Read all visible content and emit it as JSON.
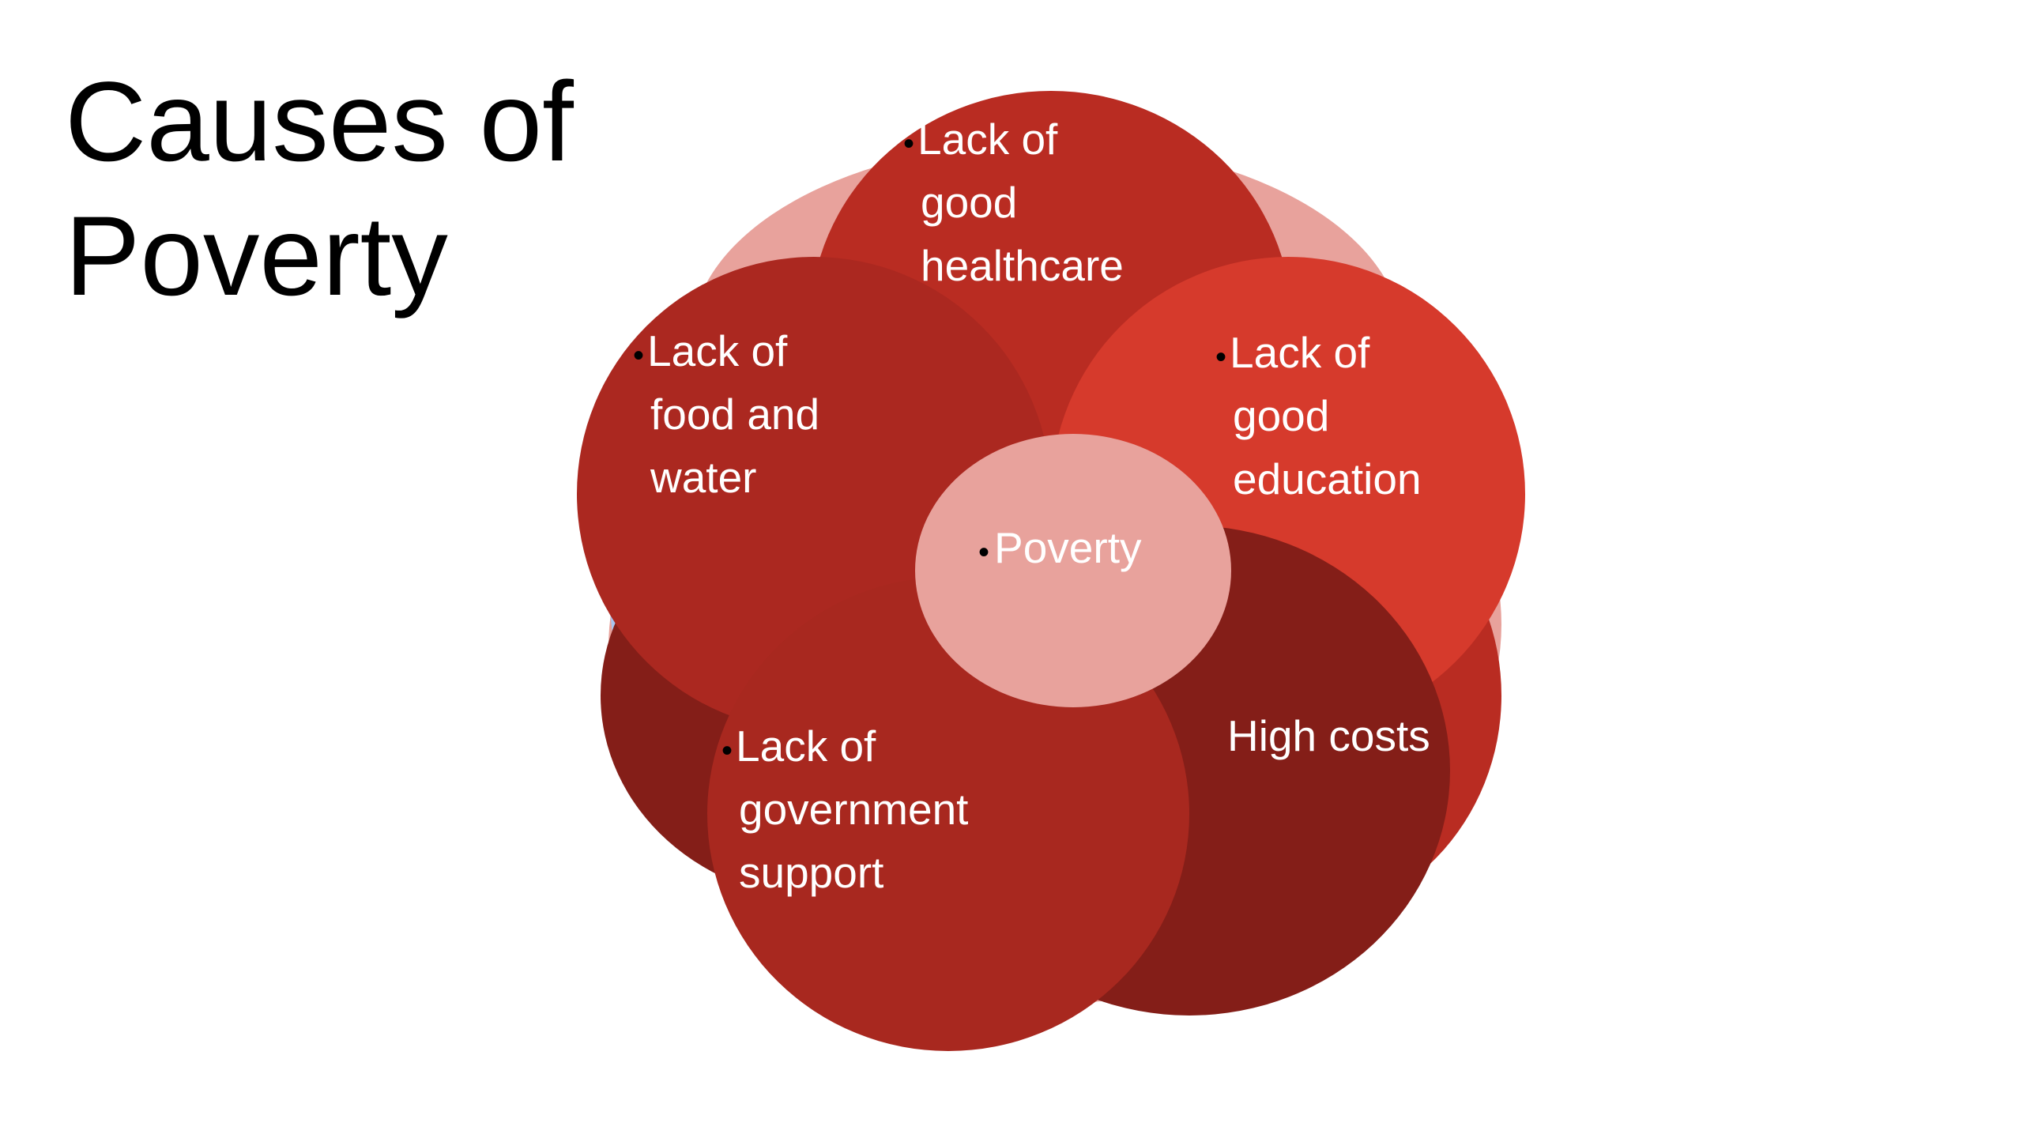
{
  "slide": {
    "title_line1": "Causes of",
    "title_line2": "Poverty"
  },
  "diagram": {
    "center": {
      "label": "Poverty",
      "color": "#e8a29c"
    },
    "bullet_glyph": "•",
    "petals": [
      {
        "id": "healthcare",
        "lines": [
          "Lack of",
          "good",
          "healthcare"
        ],
        "bulleted": true,
        "color": "#b92c22"
      },
      {
        "id": "food-water",
        "lines": [
          "Lack of",
          "food and",
          "water"
        ],
        "bulleted": true,
        "color": "#ab2820"
      },
      {
        "id": "education",
        "lines": [
          "Lack of",
          "good",
          "education"
        ],
        "bulleted": true,
        "color": "#d63a2c"
      },
      {
        "id": "high-costs",
        "lines": [
          "High costs"
        ],
        "bulleted": false,
        "color": "#841e18"
      },
      {
        "id": "government",
        "lines": [
          "Lack of",
          "government",
          "support"
        ],
        "bulleted": true,
        "color": "#a8281f"
      }
    ],
    "back_ring_color": "#e8a29c",
    "outline_color": "#a9c5f0"
  }
}
